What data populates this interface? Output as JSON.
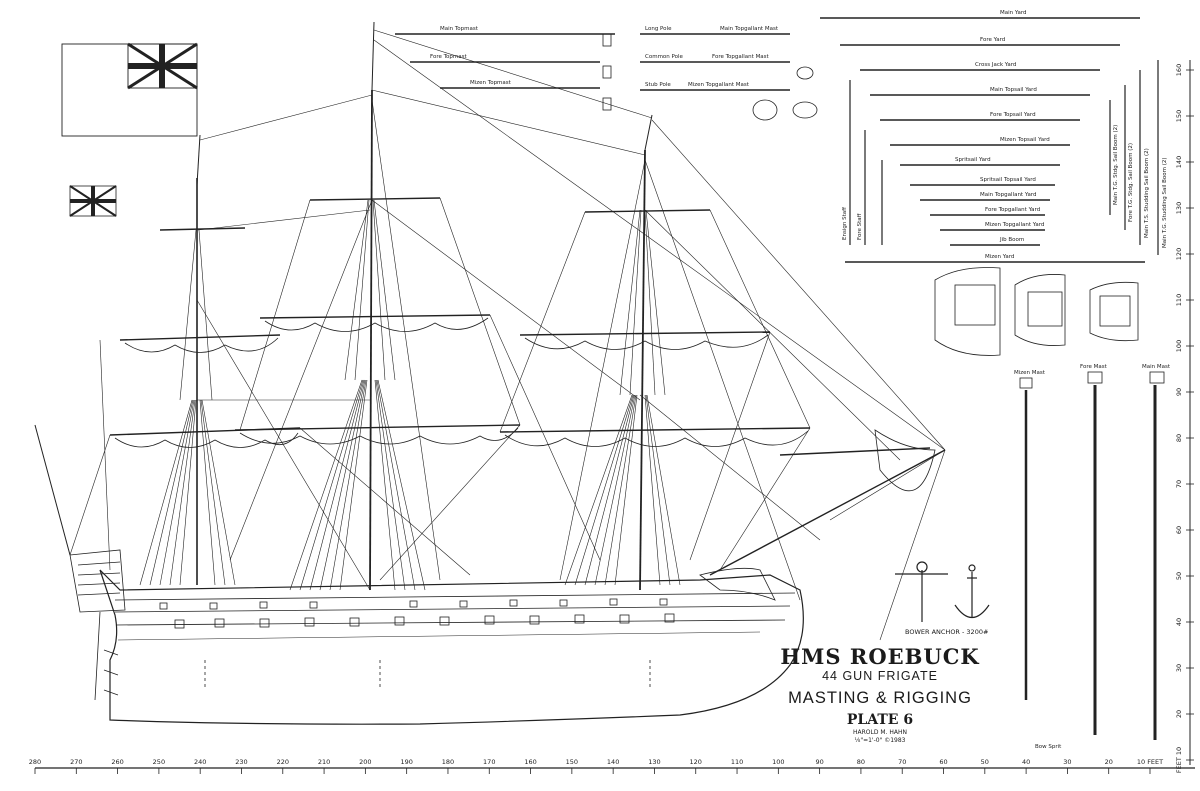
{
  "title": {
    "ship_name": "HMS ROEBUCK",
    "subtitle": "44 GUN FRIGATE",
    "drawing": "MASTING & RIGGING",
    "plate": "PLATE 6",
    "author": "HAROLD M. HAHN",
    "scale_date": "⅛\"=1'-0\" ©1983"
  },
  "anchor_label": "BOWER ANCHOR - 3200#",
  "spar_labels_top": [
    "Main Topmast",
    "Fore Topmast",
    "Mizen Topmast",
    "Long Pole",
    "Main Topgallant Mast",
    "Common Pole",
    "Fore Topgallant Mast",
    "Stub Pole",
    "Mizen Topgallant Mast"
  ],
  "yard_labels": [
    "Main Yard",
    "Fore Yard",
    "Cross Jack Yard",
    "Main Topsail Yard",
    "Fore Topsail Yard",
    "Mizen Topsail Yard",
    "Spritsail Yard",
    "Spritsail Topsail Yard",
    "Main Topgallant Yard",
    "Fore Topgallant Yard",
    "Mizen Topgallant Yard",
    "Jib Boom",
    "Mizen Yard"
  ],
  "boom_labels": [
    "Main T.G. Stdg. Sail Boom (2)",
    "Fore T.G. Stdg. Sail Boom (2)",
    "Main T.S. Studding Sail Boom (2)",
    "Main T.G. Studding Sail Boom (2)"
  ],
  "mast_labels": [
    "Mizen Mast",
    "Fore Mast",
    "Main Mast"
  ],
  "misc_labels": [
    "Ensign Staff",
    "Fore Staff",
    "Bow Sprit"
  ],
  "scale_feet": [
    "280",
    "270",
    "260",
    "250",
    "240",
    "230",
    "220",
    "210",
    "200",
    "190",
    "180",
    "170",
    "160",
    "150",
    "140",
    "130",
    "120",
    "110",
    "100",
    "90",
    "80",
    "70",
    "60",
    "50",
    "40",
    "30",
    "20",
    "10 FEET"
  ],
  "scale_right": [
    "160",
    "150",
    "140",
    "130",
    "120",
    "110",
    "100",
    "90",
    "80",
    "70",
    "60",
    "50",
    "40",
    "30",
    "20",
    "FEET 10"
  ]
}
